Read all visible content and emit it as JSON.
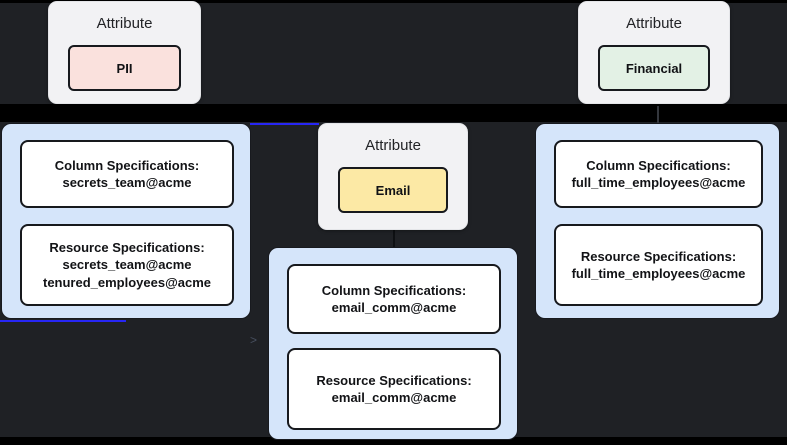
{
  "canvas": {
    "background_color": "#1f2125",
    "edge_color": "#2726f5"
  },
  "attribute_nodes": [
    {
      "label": "Attribute",
      "value": "PII",
      "color": "#fae1dd"
    },
    {
      "label": "Attribute",
      "value": "Email",
      "color": "#fce9a5"
    },
    {
      "label": "Attribute",
      "value": "Financial",
      "color": "#e3f1e5"
    }
  ],
  "spec_nodes": [
    {
      "column": {
        "title": "Column Specifications:",
        "lines": [
          "secrets_team@acme"
        ]
      },
      "resource": {
        "title": "Resource Specifications:",
        "lines": [
          "secrets_team@acme",
          "tenured_employees@acme"
        ]
      }
    },
    {
      "column": {
        "title": "Column Specifications:",
        "lines": [
          "email_comm@acme"
        ]
      },
      "resource": {
        "title": "Resource Specifications:",
        "lines": [
          "email_comm@acme"
        ]
      }
    },
    {
      "column": {
        "title": "Column Specifications:",
        "lines": [
          "full_time_employees@acme"
        ]
      },
      "resource": {
        "title": "Resource Specifications:",
        "lines": [
          "full_time_employees@acme"
        ]
      }
    }
  ],
  "decorations": {
    "chevron": ">"
  }
}
